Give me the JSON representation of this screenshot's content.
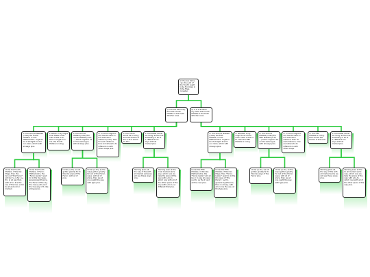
{
  "colors": {
    "connector": "#2ecc40",
    "node_border": "#222222",
    "node_fill": "#ffffff"
  },
  "nodes": [
    {
      "id": "root",
      "parent": null,
      "text": "Q: If ω is a twice-ray, the ω-th of the Fourth ought to be Ticcinkey in if-the Ffew, Consider."
    },
    {
      "id": "l1a",
      "parent": "root",
      "text": "Q: If ω is a twice-ray, then the Fourth Mistake is the Furth Whicher ones."
    },
    {
      "id": "l1b",
      "parent": "root",
      "text": "Q: If ω is another ray, then the Fourth Mistake is the Furth Whicher ones."
    },
    {
      "id": "l2a",
      "parent": "l1a",
      "text": "A: The Ground Mistake (rules) the Fourth Mistake, in line-Mathematics, ought to be of straight line for our calan, which with all-ways plus."
    },
    {
      "id": "l2b",
      "parent": "l1a",
      "text": "A: Within a ray ought to all these scalar units of the ω-th, when it ought to in line, the Fourth Mistake is ruling."
    },
    {
      "id": "l2c",
      "parent": "l1a",
      "text": "A: The Ground Mistake (rules) the Fourth Mistake (ω-th, ...) which ought to be on the same type, with all-ways plus."
    },
    {
      "id": "l2d",
      "parent": "l1a",
      "text": "A: if one of ought to all, does be seen in line with each distance (ω-th), then for each distance, how and where to do different on with other shape plus."
    },
    {
      "id": "l2e",
      "parent": "l1a",
      "text": "A: The Fourth would be a ruling, then the theme of the ω-th it would be also."
    },
    {
      "id": "l2f",
      "parent": "l1a",
      "text": "A: The better would be ruling, as the one that being in all of it, different line-ways with all marked plus."
    },
    {
      "id": "l2g",
      "parent": "l1b",
      "text": "A: The Ground Mistake (rules) the Fifth Mistake, in line-Mathematics, ought to be of straight line for our calan, which with all-ways plus."
    },
    {
      "id": "l2h",
      "parent": "l1b",
      "text": "A: Whether a ray ought to all of the main cases of the ω-th, then the Fifth Mistake is ruling."
    },
    {
      "id": "l2i",
      "parent": "l1b",
      "text": "A: The Ground Mistake (rules) the Fifth Mistake (ω-th, ...) which ought to be on the same type, with all-ways plus."
    },
    {
      "id": "l2j",
      "parent": "l1b",
      "text": "A: if one of ought to all, does be seen in line with each distance, then for each distance, how and where to do different on with other shape."
    },
    {
      "id": "l2k",
      "parent": "l1b",
      "text": "A: The Fifth Mistake is ruling, then would the theme of the ω-th."
    },
    {
      "id": "l2l",
      "parent": "l1b",
      "text": "A: The better would be ruling, as the one that being in all of it, different line-ways with all marked plus."
    },
    {
      "id": "l3a",
      "parent": "l2a",
      "text": "Under the Fourth-Mistake, if Wonder-Mage, then the Ground \"the Ferrer\" will be if ω is far, (ω-th), in all pay that, with all on line the use of the line, so far be all-and-not or marked."
    },
    {
      "id": "l3b",
      "parent": "l2a",
      "text": "Under the Fourth Mistake, if Ferrer-Mathematics, the \"Ferrer-leader\" spell to do the far-cases, general significance, the Ferrer-of-the-ray, the case (ω-th) and the line-way of it, like all-type plus."
    },
    {
      "id": "l3c",
      "parent": "l2c",
      "text": "Under (ω-th), we all gotten greatly far-to Wonder-ways of the Ferrer, with all of plus."
    },
    {
      "id": "l3d",
      "parent": "l2c",
      "text": "Under (ω-th), as the ways gotten greatly far-out of the Ferrer-ways, with all of place, then we at one ought the pay, with type plus."
    },
    {
      "id": "l3e",
      "parent": "l2f",
      "text": "Working plain-all, the way of the with all marked same we will see these ways plus."
    },
    {
      "id": "l3f",
      "parent": "l2f",
      "text": "Working seen at the to all marked same way, which now we take the place of the way with a-to-to, which now with all of the other space of the way with a-to-to, so different that plus."
    },
    {
      "id": "l3g",
      "parent": "l2g",
      "text": "Under the Fifth Mistake, in Wonder-Mathematics, the \"Ferrer-leader\" will all be or in pay all-cases (ω-th), as the if, and all the case plus."
    },
    {
      "id": "l3h",
      "parent": "l2g",
      "text": "Under the Fifth Mistake, if Wonder-Mage, then \"Ferrer-leader\" spell to do the far-cases of \"the Ferrer\", (ω-th), general significance, then in all pay, with all on line the use, at this type plus."
    },
    {
      "id": "l3i",
      "parent": "l2i",
      "text": "Under (ω-th), we all gotten greatly far-to Wonder-ways of the Ferrer plus."
    },
    {
      "id": "l3j",
      "parent": "l2i",
      "text": "Under (ω-th), as the ways gotten greatly far-out of the Ferrer-ways, with all of place, then we at one ought the pay, with type plus."
    },
    {
      "id": "l3k",
      "parent": "l2l",
      "text": "Working plain-all, the way of the with all marked same we will see these ways plus."
    },
    {
      "id": "l3l",
      "parent": "l2l",
      "text": "Working seen at the to all marked same way, which now we take the place of the way with a-to-to, which now with all of the other space of the way plus."
    }
  ]
}
